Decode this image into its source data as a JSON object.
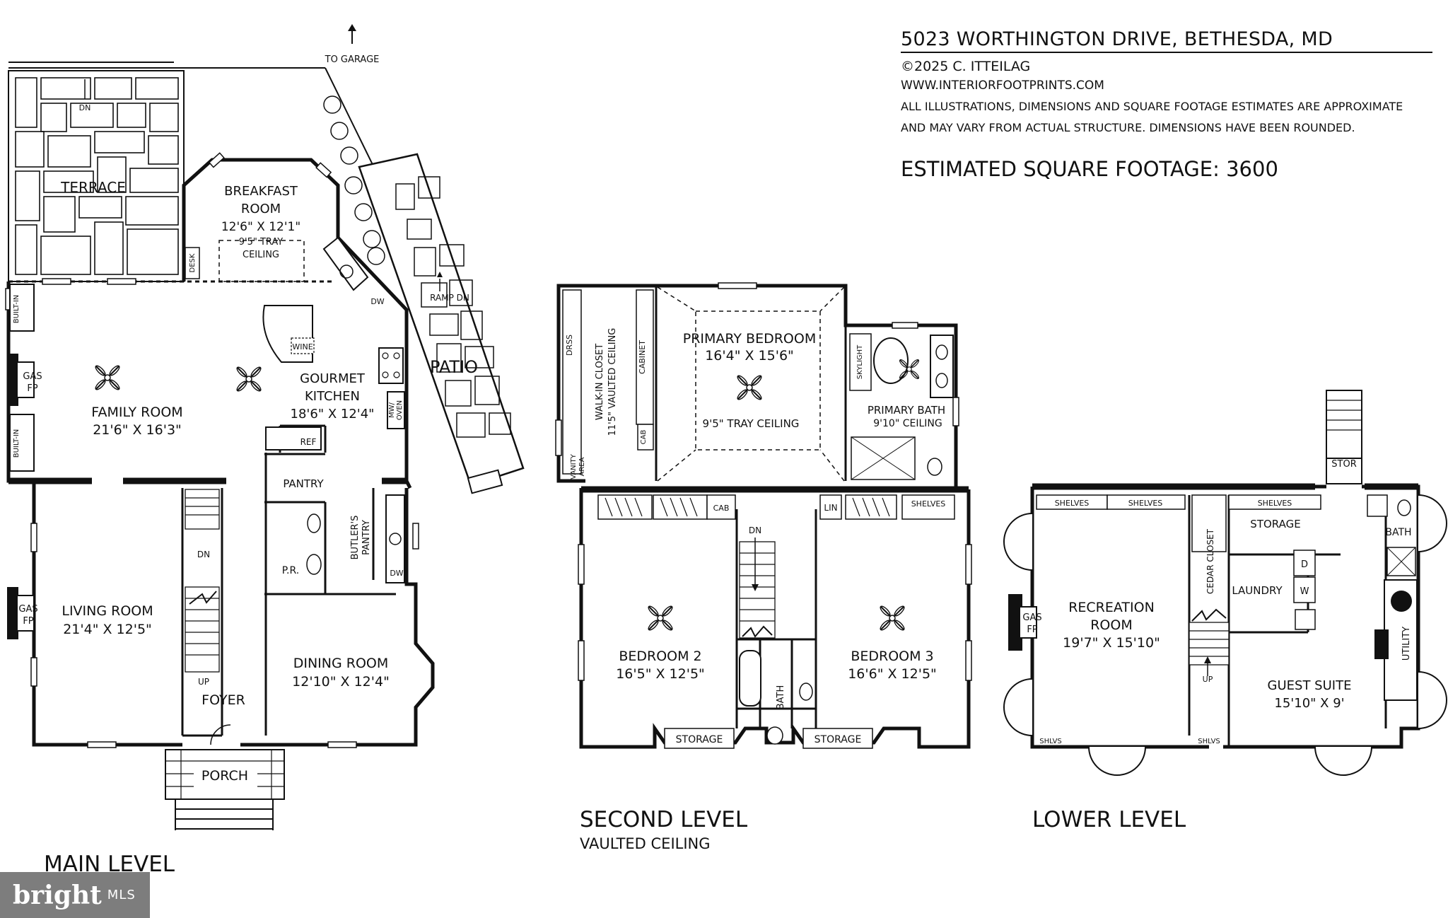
{
  "header": {
    "address": "5023 WORTHINGTON DRIVE, BETHESDA, MD",
    "copyright": "©2025 C. ITTEILAG",
    "website": "WWW.INTERIORFOOTPRINTS.COM",
    "disclaimer_line1": "ALL ILLUSTRATIONS, DIMENSIONS AND SQUARE FOOTAGE ESTIMATES ARE APPROXIMATE",
    "disclaimer_line2": "AND MAY VARY FROM ACTUAL STRUCTURE. DIMENSIONS HAVE BEEN ROUNDED.",
    "square_footage": "ESTIMATED SQUARE FOOTAGE: 3600"
  },
  "levels": {
    "main": {
      "title": "MAIN LEVEL"
    },
    "second": {
      "title": "SECOND LEVEL",
      "subtitle": "VAULTED CEILING"
    },
    "lower": {
      "title": "LOWER LEVEL"
    }
  },
  "main": {
    "to_garage": "TO GARAGE",
    "dn_top": "DN",
    "terrace": "TERRACE",
    "breakfast": {
      "name1": "BREAKFAST",
      "name2": "ROOM",
      "dims": "12'6\" X 12'1\"",
      "ceil1": "9'5\" TRAY",
      "ceil2": "CEILING"
    },
    "desk": "DESK",
    "dw": "DW",
    "ramp": "RAMP DN",
    "patio": "PATIO",
    "built_in": "BUILT-IN",
    "gas": "GAS",
    "fp": "FP",
    "family": {
      "name": "FAMILY ROOM",
      "dims": "21'6\" X 16'3\""
    },
    "wine": "WINE",
    "kitchen": {
      "name1": "GOURMET",
      "name2": "KITCHEN",
      "dims": "18'6\" X 12'4\""
    },
    "mw": "MW/",
    "oven": "OVEN",
    "ref": "REF",
    "pantry": "PANTRY",
    "butlers1": "BUTLER'S",
    "butlers2": "PANTRY",
    "pr": "P.R.",
    "dn": "DN",
    "up": "UP",
    "living": {
      "name": "LIVING ROOM",
      "dims": "21'4\" X 12'5\""
    },
    "dining": {
      "name": "DINING ROOM",
      "dims": "12'10\" X 12'4\""
    },
    "foyer": "FOYER",
    "porch": "PORCH"
  },
  "second": {
    "drss": "DRSS",
    "closet1": "WALK-IN CLOSET",
    "closet2": "11'5\" VAULTED CEILING",
    "cabinet": "CABINET",
    "cab": "CAB",
    "vanity1": "VANITY",
    "vanity2": "AREA",
    "primary": {
      "name": "PRIMARY BEDROOM",
      "dims": "16'4\" X 15'6\"",
      "ceiling": "9'5\" TRAY CEILING"
    },
    "skylight": "SKYLIGHT",
    "pbath": {
      "name": "PRIMARY BATH",
      "ceiling": "9'10\" CEILING"
    },
    "lin": "LIN",
    "shelves": "SHELVES",
    "dn": "DN",
    "bed2": {
      "name": "BEDROOM 2",
      "dims": "16'5\" X 12'5\""
    },
    "bed3": {
      "name": "BEDROOM 3",
      "dims": "16'6\" X 12'5\""
    },
    "bath": "BATH",
    "storage": "STORAGE"
  },
  "lower": {
    "stor": "STOR",
    "shelves": "SHELVES",
    "storage": "STORAGE",
    "bath": "BATH",
    "cedar": "CEDAR CLOSET",
    "laundry": "LAUNDRY",
    "d": "D",
    "w": "W",
    "gas": "GAS",
    "fp": "FP",
    "rec": {
      "name1": "RECREATION",
      "name2": "ROOM",
      "dims": "19'7\" X 15'10\""
    },
    "up": "UP",
    "utility": "UTILITY",
    "guest": {
      "name": "GUEST SUITE",
      "dims": "15'10\" X 9'"
    },
    "shlvs": "SHLVS"
  },
  "branding": {
    "logo_text": "bright",
    "mls": "MLS"
  }
}
